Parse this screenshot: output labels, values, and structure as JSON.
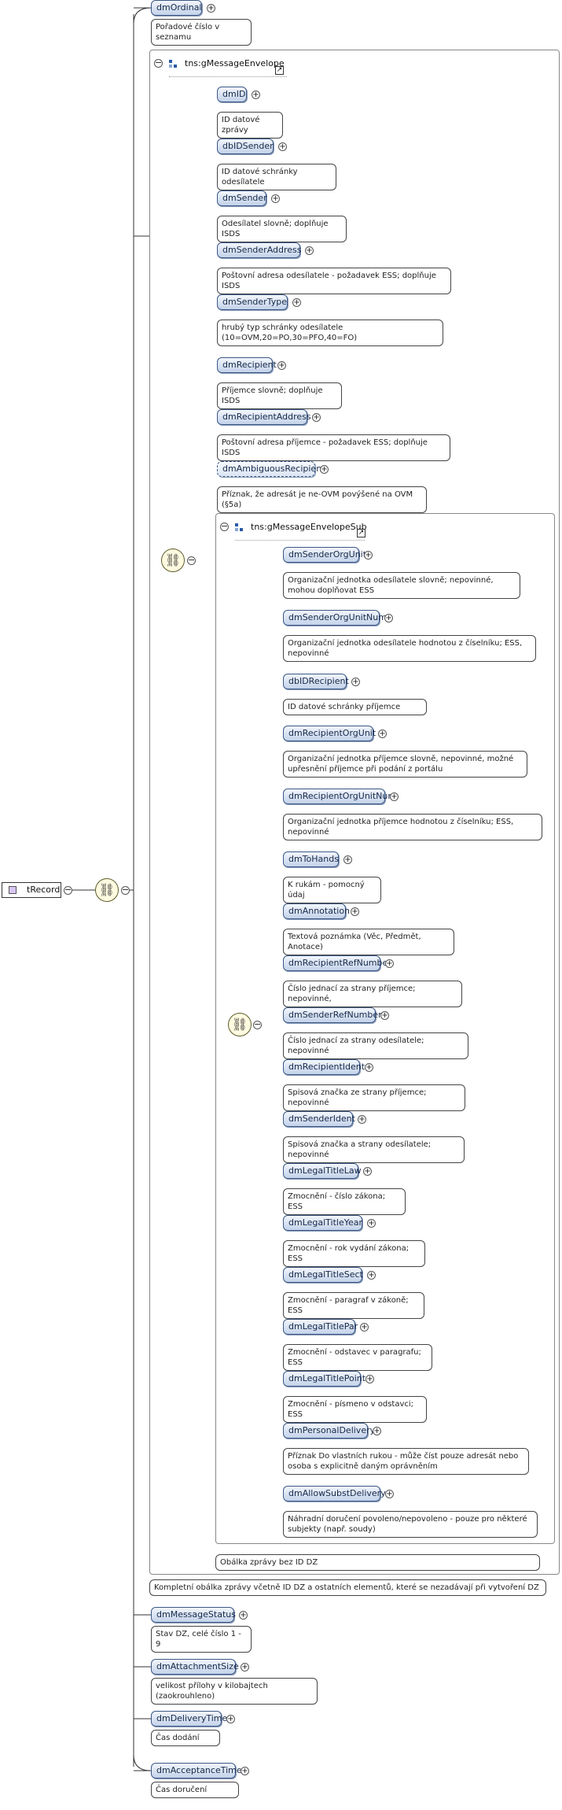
{
  "root": {
    "label": "tRecord"
  },
  "top": [
    {
      "name": "dmOrdinal",
      "doc": "Pořadové číslo v seznamu"
    },
    {
      "name": "dmMessageStatus",
      "doc": "Stav DZ, celé číslo 1 - 9"
    },
    {
      "name": "dmAttachmentSize",
      "doc": "velikost přílohy v kilobajtech (zaokrouhleno)"
    },
    {
      "name": "dmDeliveryTime",
      "doc": "Čas dodání"
    },
    {
      "name": "dmAcceptanceTime",
      "doc": "Čas doručení"
    }
  ],
  "envelope": {
    "title": "tns:gMessageEnvelope",
    "doc": "Kompletní obálka zprávy včetně ID DZ a ostatních elementů, které se nezadávají při vytvoření DZ",
    "items": [
      {
        "name": "dmID",
        "doc": "ID datové zprávy"
      },
      {
        "name": "dbIDSender",
        "doc": "ID datové schránky odesílatele"
      },
      {
        "name": "dmSender",
        "doc": "Odesílatel slovně; doplňuje ISDS"
      },
      {
        "name": "dmSenderAddress",
        "doc": "Poštovní adresa odesílatele - požadavek ESS; doplňuje ISDS"
      },
      {
        "name": "dmSenderType",
        "doc": "hrubý typ schránky odesílatele (10=OVM,20=PO,30=PFO,40=FO)"
      },
      {
        "name": "dmRecipient",
        "doc": "Příjemce slovně; doplňuje ISDS"
      },
      {
        "name": "dmRecipientAddress",
        "doc": "Poštovní adresa příjemce - požadavek ESS; doplňuje ISDS"
      },
      {
        "name": "dmAmbiguousRecipient",
        "doc": "Příznak, že adresát je ne-OVM povýšené na OVM (§5a)"
      }
    ]
  },
  "envelope_sub": {
    "title": "tns:gMessageEnvelopeSub",
    "doc": "Obálka zprávy bez ID DZ",
    "items": [
      {
        "name": "dmSenderOrgUnit",
        "doc": "Organizační jednotka odesílatele slovně; nepovinné, mohou doplňovat ESS"
      },
      {
        "name": "dmSenderOrgUnitNum",
        "doc": "Organizační jednotka odesílatele hodnotou z číselníku; ESS, nepovinné"
      },
      {
        "name": "dbIDRecipient",
        "doc": "ID datové schránky příjemce"
      },
      {
        "name": "dmRecipientOrgUnit",
        "doc": "Organizační jednotka příjemce slovně, nepovinné, možné upřesnění příjemce při podání z portálu"
      },
      {
        "name": "dmRecipientOrgUnitNum",
        "doc": "Organizační jednotka příjemce hodnotou z číselníku; ESS, nepovinné"
      },
      {
        "name": "dmToHands",
        "doc": "K rukám - pomocný údaj"
      },
      {
        "name": "dmAnnotation",
        "doc": "Textová poznámka (Věc, Předmět, Anotace)"
      },
      {
        "name": "dmRecipientRefNumber",
        "doc": "Číslo jednací za strany příjemce; nepovinné,"
      },
      {
        "name": "dmSenderRefNumber",
        "doc": "Číslo jednací za strany odesílatele; nepovinné"
      },
      {
        "name": "dmRecipientIdent",
        "doc": "Spisová značka ze strany příjemce; nepovinné"
      },
      {
        "name": "dmSenderIdent",
        "doc": "Spisová značka a strany odesílatele; nepovinné"
      },
      {
        "name": "dmLegalTitleLaw",
        "doc": "Zmocnění - číslo zákona; ESS"
      },
      {
        "name": "dmLegalTitleYear",
        "doc": "Zmocnění - rok vydání zákona; ESS"
      },
      {
        "name": "dmLegalTitleSect",
        "doc": "Zmocnění - paragraf v zákoně; ESS"
      },
      {
        "name": "dmLegalTitlePar",
        "doc": "Zmocnění - odstavec v paragrafu; ESS"
      },
      {
        "name": "dmLegalTitlePoint",
        "doc": "Zmocnění - písmeno v odstavci; ESS"
      },
      {
        "name": "dmPersonalDelivery",
        "doc": "Příznak Do vlastních rukou - může číst pouze adresát nebo osoba s explicitně daným oprávněním"
      },
      {
        "name": "dmAllowSubstDelivery",
        "doc": "Náhradní doručení povoleno/nepovoleno - pouze pro některé subjekty (např. soudy)"
      }
    ]
  }
}
